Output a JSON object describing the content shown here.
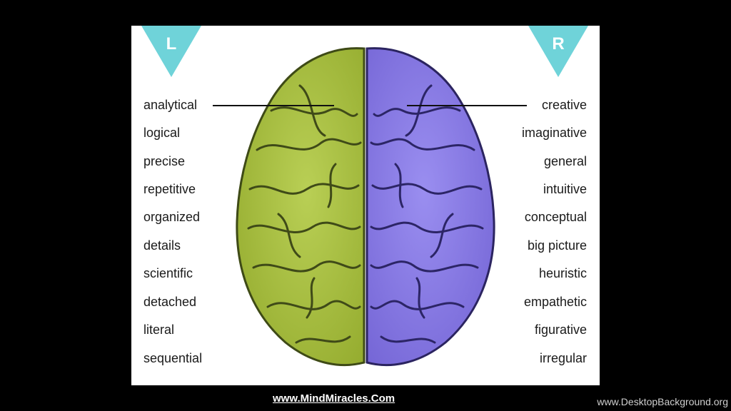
{
  "labels": {
    "left_marker": "L",
    "right_marker": "R",
    "left_traits": [
      "analytical",
      "logical",
      "precise",
      "repetitive",
      "organized",
      "details",
      "scientific",
      "detached",
      "literal",
      "sequential"
    ],
    "right_traits": [
      "creative",
      "imaginative",
      "general",
      "intuitive",
      "conceptual",
      "big picture",
      "heuristic",
      "empathetic",
      "figurative",
      "irregular"
    ]
  },
  "footer": {
    "site": "www.MindMiracles.Com",
    "watermark": "www.DesktopBackground.org"
  },
  "colors": {
    "left_hemisphere": "#a9c23f",
    "right_hemisphere": "#8e7fe6",
    "marker_triangle": "#6fd3d9",
    "background": "#000000",
    "panel": "#ffffff"
  }
}
